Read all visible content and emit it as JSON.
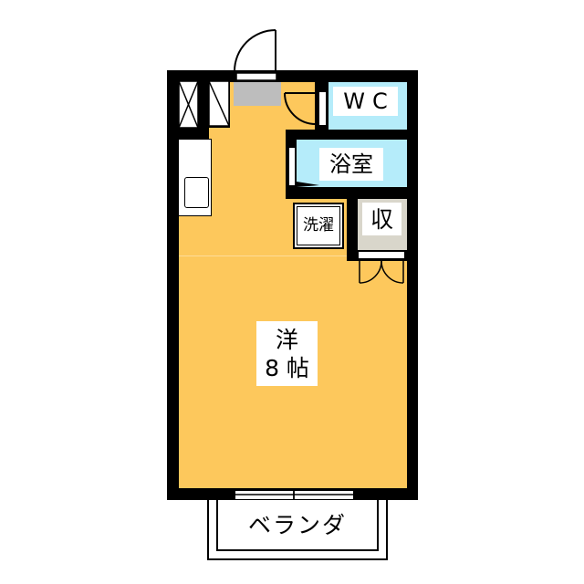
{
  "floorplan": {
    "rooms": {
      "wc": {
        "label": "WC"
      },
      "bath": {
        "label": "浴室"
      },
      "laundry": {
        "label": "洗濯"
      },
      "storage": {
        "label": "収"
      },
      "main_room": {
        "type": "洋",
        "size": "8 帖"
      },
      "balcony": {
        "label": "ベランダ"
      }
    },
    "colors": {
      "wall": "#000000",
      "main_room": "#FDC85C",
      "wet_area": "#B5ECFA",
      "storage": "#D9D6CB",
      "entrance": "#BDBDBD"
    }
  }
}
